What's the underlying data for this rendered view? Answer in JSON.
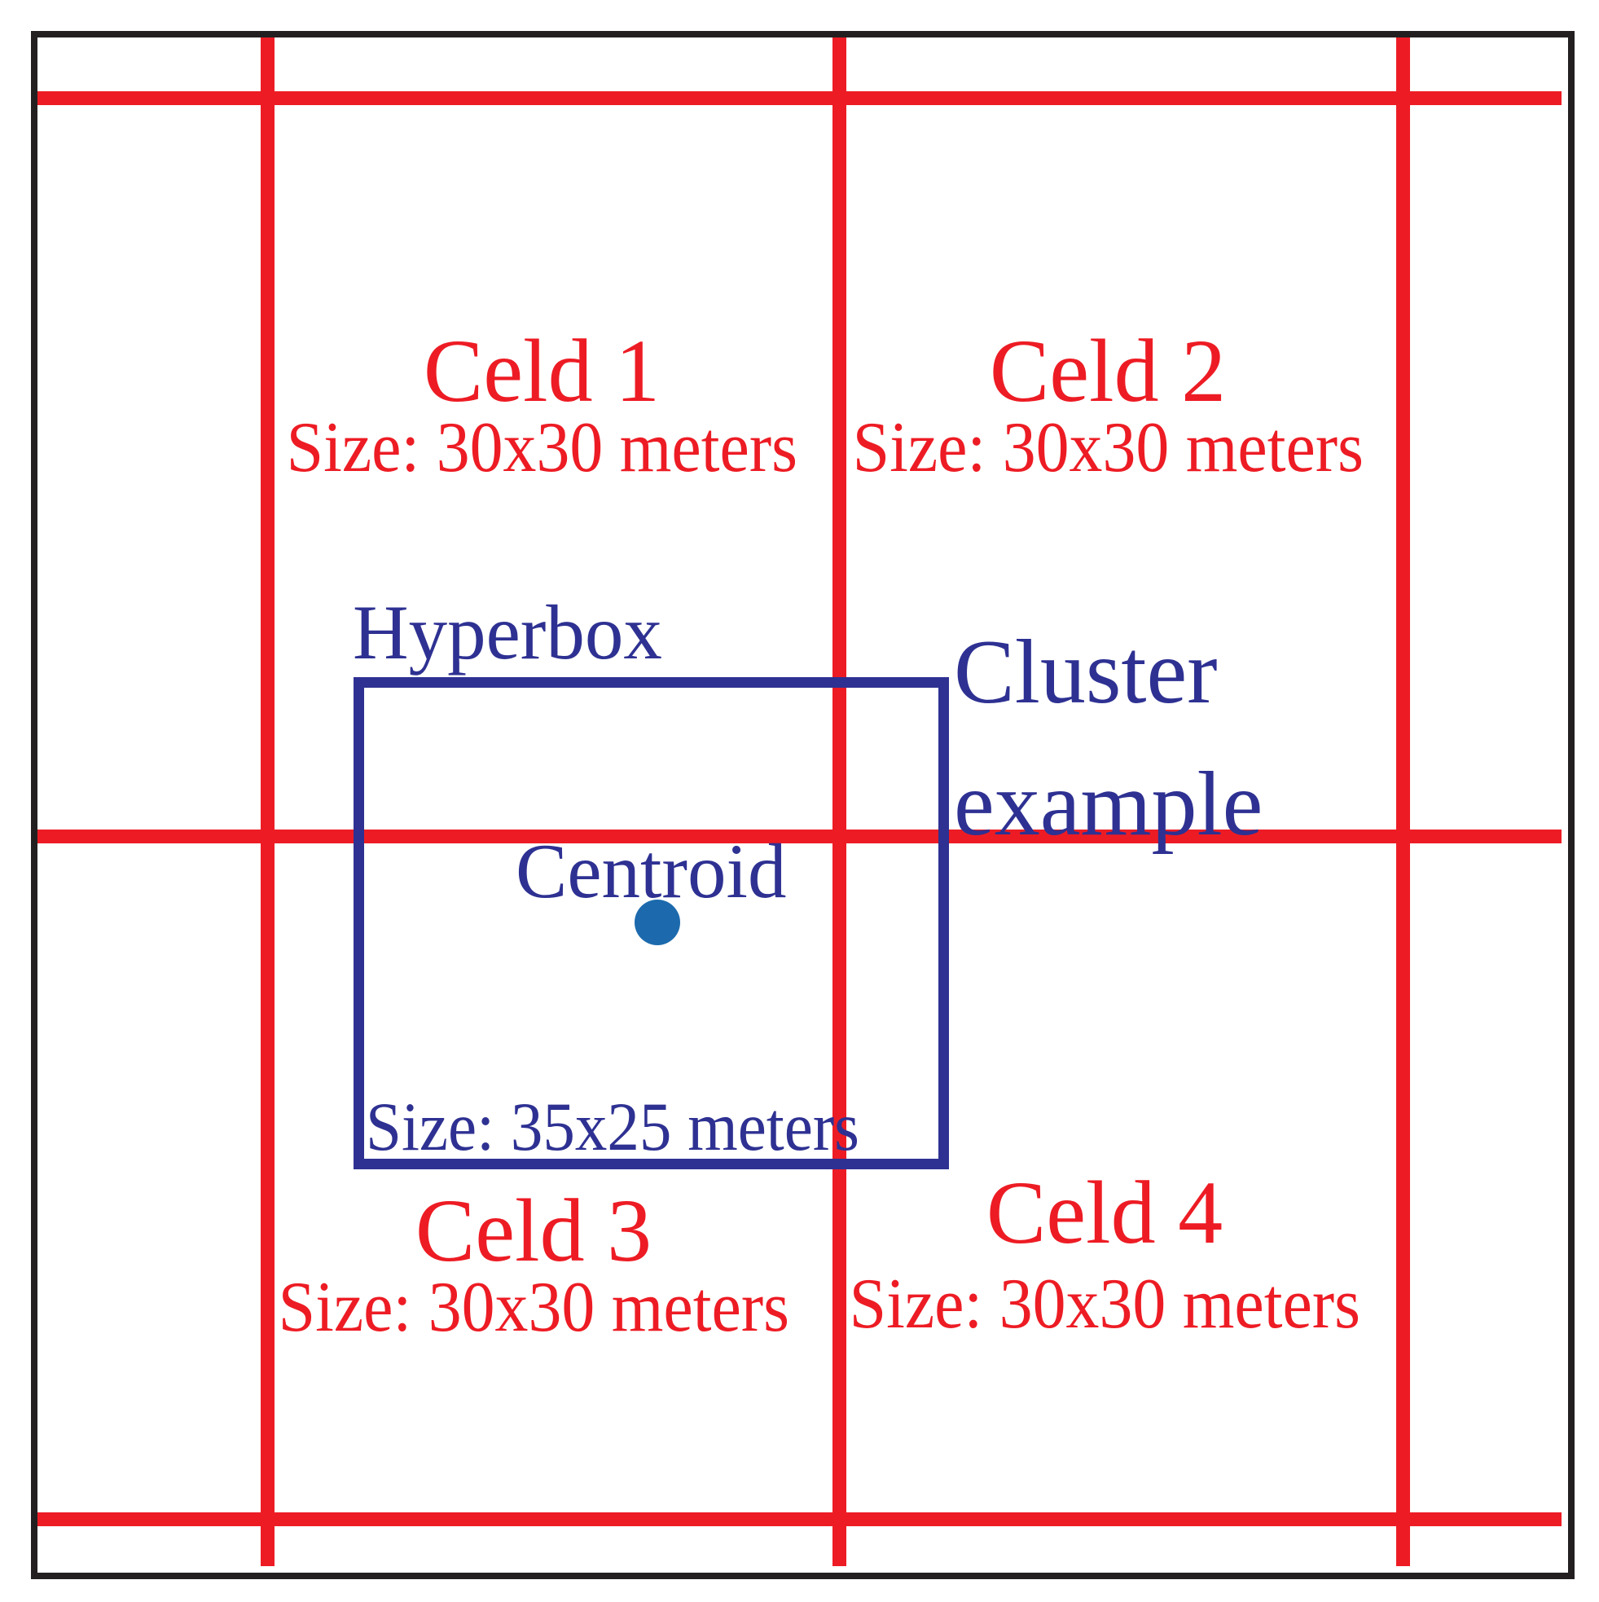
{
  "diagram": {
    "cells": [
      {
        "title": "Celd 1",
        "size": "Size: 30x30 meters"
      },
      {
        "title": "Celd 2",
        "size": "Size: 30x30 meters"
      },
      {
        "title": "Celd 3",
        "size": "Size: 30x30 meters"
      },
      {
        "title": "Celd 4",
        "size": "Size: 30x30 meters"
      }
    ],
    "hyperbox": {
      "label": "Hyperbox",
      "size": "Size: 35x25 meters",
      "centroid_label": "Centroid"
    },
    "cluster": {
      "line1": "Cluster",
      "line2": "example"
    },
    "colors": {
      "grid_red": "#ed1c24",
      "navy_blue": "#2e3192",
      "centroid_dot_blue": "#1c6aad",
      "frame_black": "#231f20"
    }
  }
}
